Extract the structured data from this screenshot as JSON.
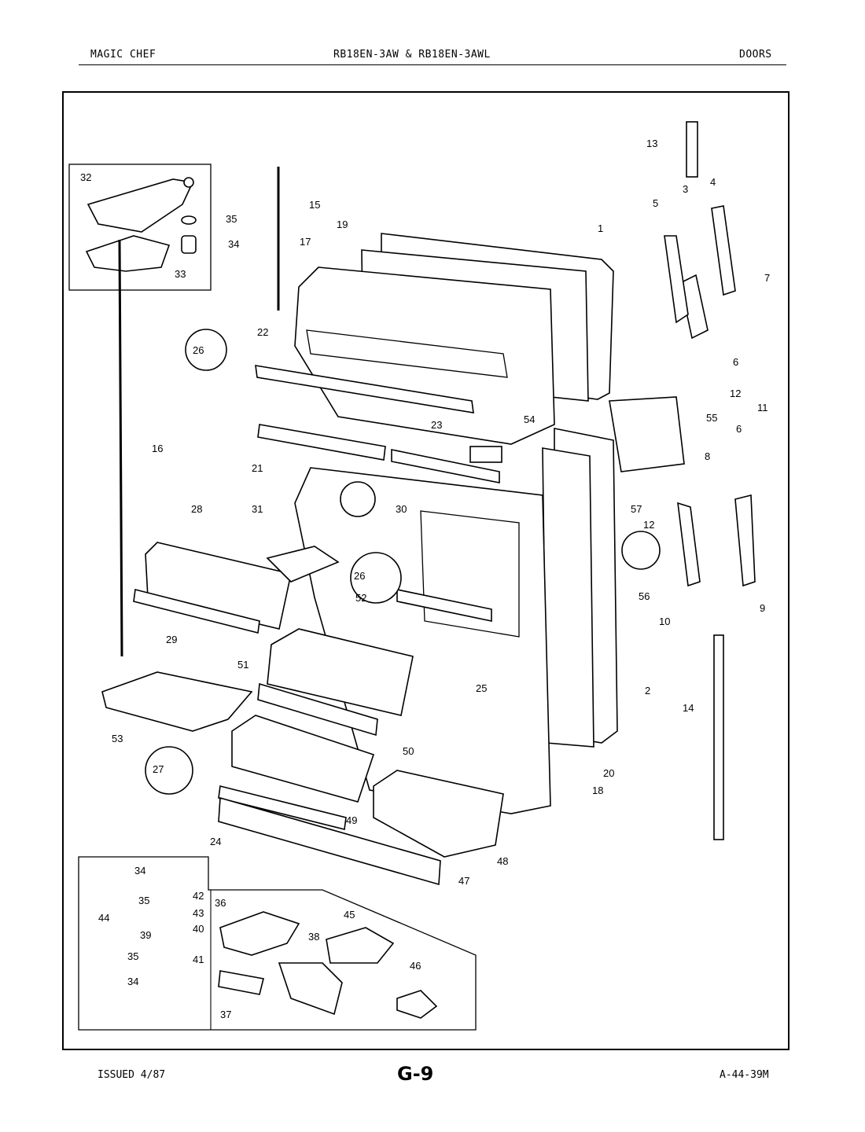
{
  "header": {
    "brand": "MAGIC CHEF",
    "model": "RB18EN-3AW & RB18EN-3AWL",
    "section": "DOORS"
  },
  "footer": {
    "issued": "ISSUED 4/87",
    "page": "G-9",
    "code": "A-44-39M"
  },
  "callouts": [
    "1",
    "2",
    "3",
    "4",
    "5",
    "6",
    "6",
    "7",
    "8",
    "9",
    "10",
    "11",
    "12",
    "12",
    "13",
    "14",
    "15",
    "16",
    "17",
    "18",
    "19",
    "20",
    "21",
    "22",
    "23",
    "24",
    "25",
    "26",
    "26",
    "27",
    "28",
    "29",
    "30",
    "31",
    "32",
    "33",
    "34",
    "34",
    "34",
    "35",
    "35",
    "35",
    "36",
    "37",
    "38",
    "39",
    "40",
    "41",
    "42",
    "43",
    "44",
    "45",
    "46",
    "47",
    "48",
    "49",
    "50",
    "51",
    "52",
    "53",
    "54",
    "55",
    "56",
    "57"
  ]
}
